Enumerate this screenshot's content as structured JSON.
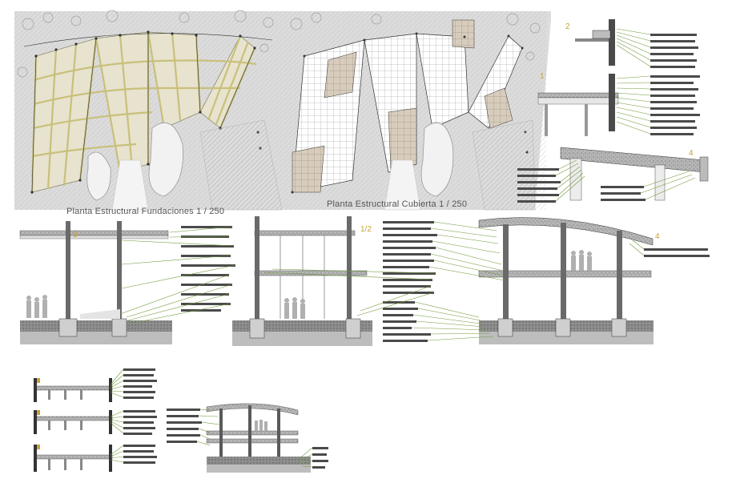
{
  "plans": {
    "foundations_title": "Planta Estructural Fundaciones 1 / 250",
    "roof_title": "Planta Estructural Cubierta 1 / 250"
  },
  "detail_markers": {
    "d2": "2",
    "d1": "1",
    "d4_top": "4",
    "d3": "3",
    "d12": "1/2",
    "d4_section": "4"
  },
  "colors": {
    "plan_background": "#dcdcdc",
    "structure_yellow": "#c9c07a",
    "roof_panel_tan": "#d8cdbd",
    "leader_green": "#6f9a3a",
    "label_bar": "#4a4a4a",
    "concrete_gray": "#9a9a9a",
    "ground_dark": "#555555",
    "detail_orange": "#c8a23a"
  }
}
